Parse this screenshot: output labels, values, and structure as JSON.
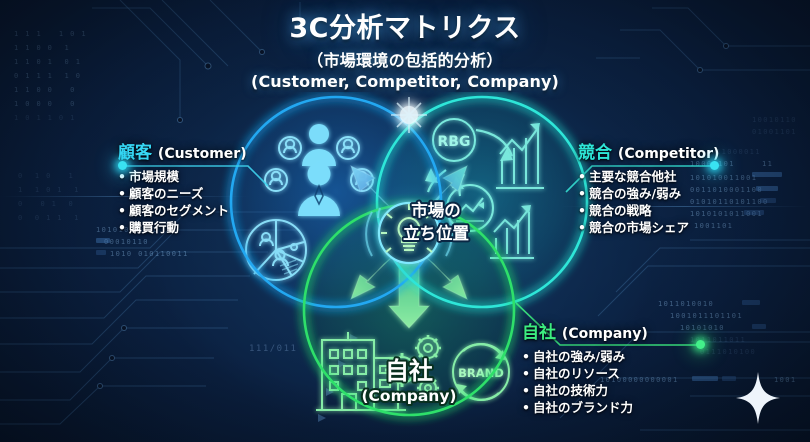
{
  "title": {
    "main": "3C分析マトリクス",
    "sub_jp": "（市場環境の包括的分析）",
    "sub_en": "(Customer, Competitor, Company)"
  },
  "center": {
    "label_line1": "市場の",
    "label_line2": "立ち位置",
    "hub_icon": "lightbulb-icon"
  },
  "circles": {
    "customer": {
      "color": "#23a8f2",
      "icons": [
        "people-group-icon",
        "pie-chart-people-icon"
      ]
    },
    "competitor": {
      "color": "#2ee6d8",
      "badge": "RBG",
      "icons": [
        "rbg-badge-icon",
        "cycle-arrows-icon",
        "trend-chart-icon",
        "bar-chart-growth-icon"
      ]
    },
    "company": {
      "color": "#2ee06a",
      "title_jp": "自社",
      "title_en": "(Company)",
      "badge": "BRAND",
      "icons": [
        "office-building-icon",
        "gears-icon",
        "brand-badge-icon"
      ]
    }
  },
  "panels": [
    {
      "key": "customer",
      "heading_jp": "顧客",
      "heading_en": "(Customer)",
      "color": "#37d8f5",
      "items": [
        "市場規模",
        "顧客のニーズ",
        "顧客のセグメント",
        "購買行動"
      ]
    },
    {
      "key": "competitor",
      "heading_jp": "競合",
      "heading_en": "(Competitor)",
      "color": "#2ee6d8",
      "items": [
        "主要な競合他社",
        "競合の強み/弱み",
        "競合の戦略",
        "競合の市場シェア"
      ]
    },
    {
      "key": "company",
      "heading_jp": "自社",
      "heading_en": "(Company)",
      "color": "#3ced80",
      "items": [
        "自社の強み/弱み",
        "自社のリソース",
        "自社の技術力",
        "自社のブランド力"
      ]
    }
  ],
  "background": {
    "faint_code": "111/011",
    "binary_rows": [
      "1 1 1",
      "1 1 0 0",
      "1 1 0 1",
      "0 1 1 1",
      "1 1 0 0",
      "1 0 0 0",
      "0 1 0 1",
      "1 0 1 0 0 1",
      "1010 010110011",
      "0 1 0 1 0 1 0 0 1",
      "10100110010011",
      "0011010001100",
      "01010110101100",
      "1010101011001",
      "1001101",
      "10110001101",
      "1100011011",
      "1010110100",
      "1011001101"
    ],
    "sparkle_icon": "sparkle-star-icon"
  }
}
